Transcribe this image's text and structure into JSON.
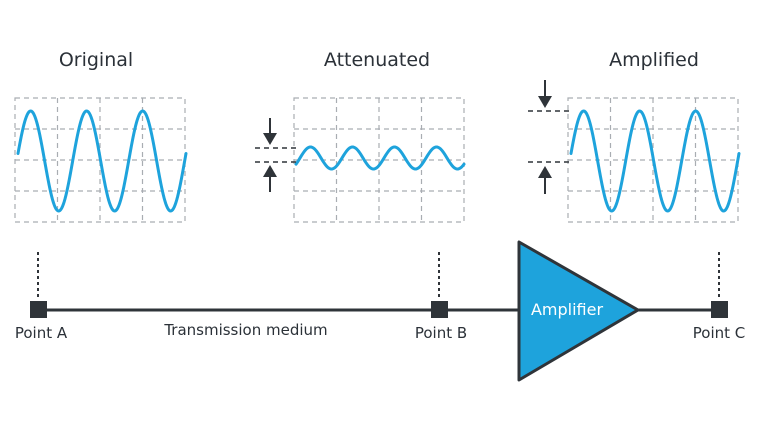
{
  "panels": [
    {
      "title": "Original",
      "amplitude_level": "full",
      "cycles": 3
    },
    {
      "title": "Attenuated",
      "amplitude_level": "reduced",
      "cycles": 4
    },
    {
      "title": "Amplified",
      "amplitude_level": "full",
      "cycles": 3
    }
  ],
  "points": [
    {
      "label": "Point A"
    },
    {
      "label": "Point B"
    },
    {
      "label": "Point C"
    }
  ],
  "medium_label": "Transmission medium",
  "amplifier_label": "Amplifier",
  "colors": {
    "wave": "#1ea3dc",
    "amplifier_fill": "#1ea3dc",
    "line": "#2f3439",
    "grid": "#a9adb2",
    "text": "#2b3138"
  }
}
